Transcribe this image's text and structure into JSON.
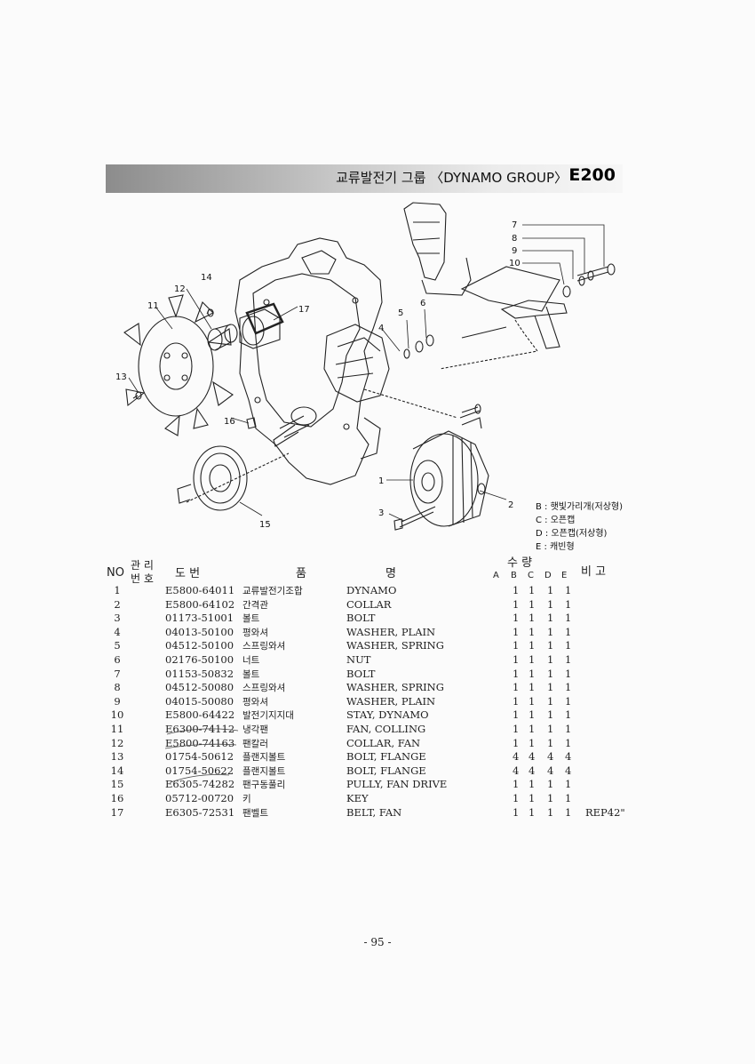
{
  "header": {
    "title": "교류발전기 그룹 〈DYNAMO GROUP〉",
    "code": "E200"
  },
  "diagram": {
    "callouts": [
      "1",
      "2",
      "3",
      "4",
      "5",
      "6",
      "7",
      "8",
      "9",
      "10",
      "11",
      "12",
      "13",
      "14",
      "15",
      "16",
      "17"
    ]
  },
  "legend": [
    "B : 햇빛가리개(저상형)",
    "C : 오픈캡",
    "D : 오픈캡(저상형)",
    "E : 캐빈형"
  ],
  "table": {
    "headers": {
      "no": "NO",
      "mgmt_top": "관 리",
      "mgmt_bottom": "번 호",
      "part_no": "도 번",
      "name_1": "품",
      "name_2": "명",
      "qty": "수 량",
      "qty_cols": [
        "A",
        "B",
        "C",
        "D",
        "E"
      ],
      "remark": "비 고"
    },
    "rows": [
      {
        "no": "1",
        "part": "E5800-64011",
        "kr": "교류발전기조합",
        "en": "DYNAMO",
        "q": [
          "1",
          "1",
          "1",
          "1"
        ],
        "remark": ""
      },
      {
        "no": "2",
        "part": "E5800-64102",
        "kr": "간격관",
        "en": "COLLAR",
        "q": [
          "1",
          "1",
          "1",
          "1"
        ],
        "remark": ""
      },
      {
        "no": "3",
        "part": "01173-51001",
        "kr": "볼트",
        "en": "BOLT",
        "q": [
          "1",
          "1",
          "1",
          "1"
        ],
        "remark": ""
      },
      {
        "no": "4",
        "part": "04013-50100",
        "kr": "평와셔",
        "en": "WASHER, PLAIN",
        "q": [
          "1",
          "1",
          "1",
          "1"
        ],
        "remark": ""
      },
      {
        "no": "5",
        "part": "04512-50100",
        "kr": "스프링와셔",
        "en": "WASHER, SPRING",
        "q": [
          "1",
          "1",
          "1",
          "1"
        ],
        "remark": ""
      },
      {
        "no": "6",
        "part": "02176-50100",
        "kr": "너트",
        "en": "NUT",
        "q": [
          "1",
          "1",
          "1",
          "1"
        ],
        "remark": ""
      },
      {
        "no": "7",
        "part": "01153-50832",
        "kr": "볼트",
        "en": "BOLT",
        "q": [
          "1",
          "1",
          "1",
          "1"
        ],
        "remark": ""
      },
      {
        "no": "8",
        "part": "04512-50080",
        "kr": "스프링와셔",
        "en": "WASHER, SPRING",
        "q": [
          "1",
          "1",
          "1",
          "1"
        ],
        "remark": ""
      },
      {
        "no": "9",
        "part": "04015-50080",
        "kr": "평와셔",
        "en": "WASHER, PLAIN",
        "q": [
          "1",
          "1",
          "1",
          "1"
        ],
        "remark": ""
      },
      {
        "no": "10",
        "part": "E5800-64422",
        "kr": "발전기지지대",
        "en": "STAY, DYNAMO",
        "q": [
          "1",
          "1",
          "1",
          "1"
        ],
        "remark": ""
      },
      {
        "no": "11",
        "part": "E6300-74112",
        "kr": "냉각팬",
        "en": "FAN, COLLING",
        "q": [
          "1",
          "1",
          "1",
          "1"
        ],
        "remark": ""
      },
      {
        "no": "12",
        "part": "E5800-74163",
        "kr": "팬칼러",
        "en": "COLLAR, FAN",
        "q": [
          "1",
          "1",
          "1",
          "1"
        ],
        "remark": ""
      },
      {
        "no": "13",
        "part": "01754-50612",
        "kr": "플랜지볼트",
        "en": "BOLT, FLANGE",
        "q": [
          "4",
          "4",
          "4",
          "4"
        ],
        "remark": ""
      },
      {
        "no": "14",
        "part": "01754-50622",
        "kr": "플랜지볼트",
        "en": "BOLT, FLANGE",
        "q": [
          "4",
          "4",
          "4",
          "4"
        ],
        "remark": ""
      },
      {
        "no": "15",
        "part": "E6305-74282",
        "kr": "팬구동풀리",
        "en": "PULLY, FAN DRIVE",
        "q": [
          "1",
          "1",
          "1",
          "1"
        ],
        "remark": ""
      },
      {
        "no": "16",
        "part": "05712-00720",
        "kr": "키",
        "en": "KEY",
        "q": [
          "1",
          "1",
          "1",
          "1"
        ],
        "remark": ""
      },
      {
        "no": "17",
        "part": "E6305-72531",
        "kr": "팬벨트",
        "en": "BELT, FAN",
        "q": [
          "1",
          "1",
          "1",
          "1"
        ],
        "remark": "REP42\""
      }
    ]
  },
  "page_number": "- 95 -"
}
